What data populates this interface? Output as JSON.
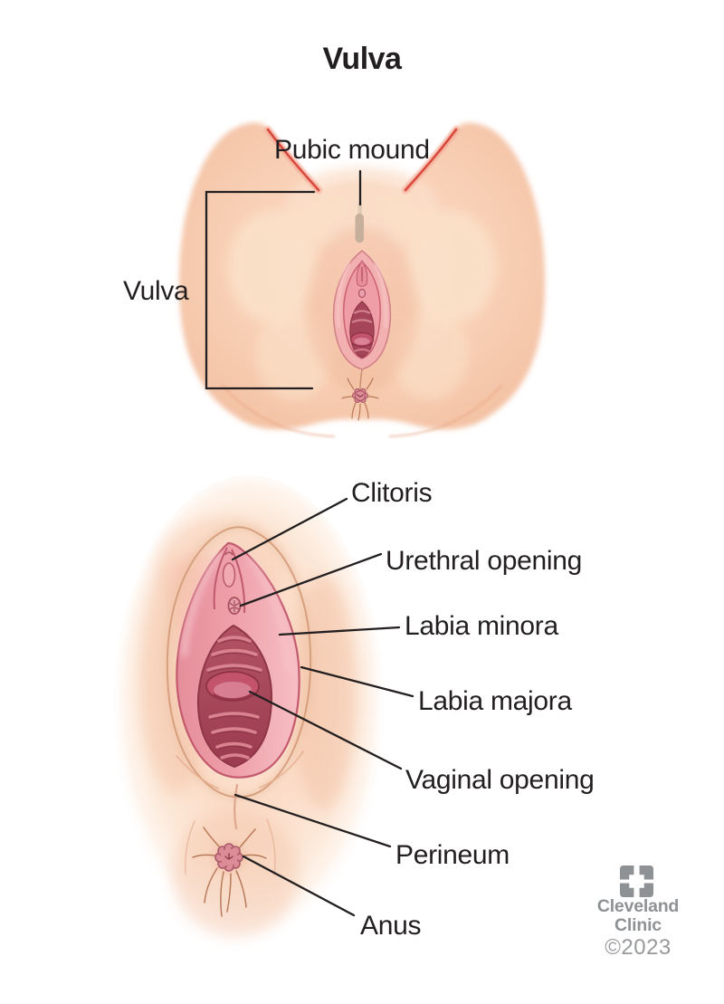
{
  "title": "Vulva",
  "figure_top": {
    "labels": {
      "pubic_mound": "Pubic mound",
      "vulva_bracket": "Vulva"
    }
  },
  "figure_bottom": {
    "labels": {
      "clitoris": "Clitoris",
      "urethral_opening": "Urethral opening",
      "labia_minora": "Labia minora",
      "labia_majora": "Labia majora",
      "vaginal_opening": "Vaginal opening",
      "perineum": "Perineum",
      "anus": "Anus"
    }
  },
  "footer": {
    "brand_line1": "Cleveland",
    "brand_line2": "Clinic",
    "copyright": "©2023"
  },
  "colors": {
    "label_text": "#231f20",
    "leader_line": "#231f20",
    "brand_gray": "#8f9294",
    "copyright_gray": "#97999c",
    "skin": "#f8cfb4",
    "skin_light": "#fbe3cb",
    "labia_pink": "#ef9da6",
    "interior_red": "#a6455a",
    "fold_red": "#c2536a"
  }
}
